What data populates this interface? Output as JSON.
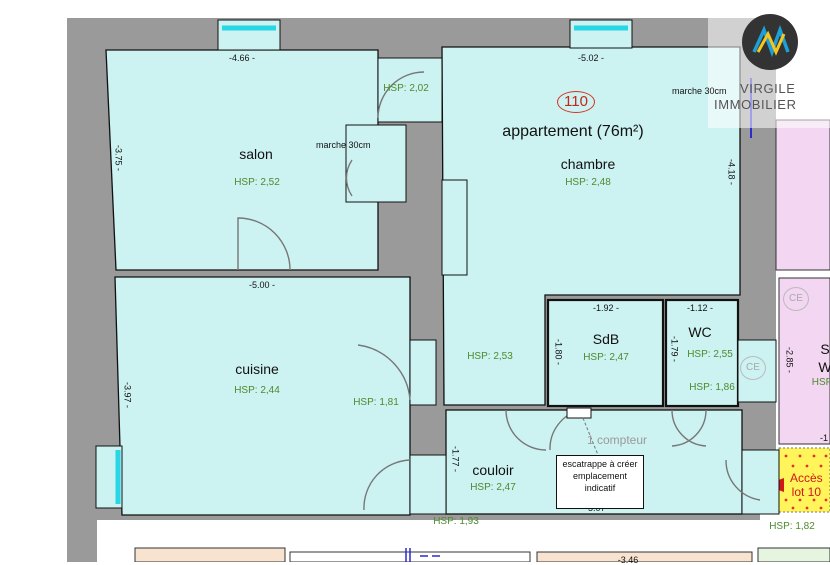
{
  "plan": {
    "title": "appartement (76m²)",
    "lot_number": "110",
    "rooms": {
      "salon": {
        "name": "salon",
        "hsp": "HSP: 2,52"
      },
      "chambre": {
        "name": "chambre",
        "hsp": "HSP: 2,48"
      },
      "cuisine": {
        "name": "cuisine",
        "hsp": "HSP: 2,44"
      },
      "couloir": {
        "name": "couloir",
        "hsp": "HSP: 2,47"
      },
      "sdb": {
        "name": "SdB",
        "hsp": "HSP: 2,47"
      },
      "wc": {
        "name": "WC",
        "hsp": "HSP: 2,55"
      }
    },
    "hsp_labels": {
      "entry_top": "HSP: 2,02",
      "chambre_lower": "HSP: 2,53",
      "closet_cuisine": "HSP: 1,81",
      "wc_closet": "HSP: 1,86",
      "couloir_entry": "HSP: 1,93",
      "right_bottom": "HSP: 1,82",
      "right_partial": "HSP"
    },
    "dimensions": {
      "salon_width": "-4.66 -",
      "salon_height": "-3.75 -",
      "chambre_width": "-5.02 -",
      "chambre_height": "-4.18 -",
      "cuisine_width": "-5.00 -",
      "cuisine_height": "-3.97 -",
      "sdb_width": "-1.92 -",
      "sdb_height": "-1.80 -",
      "wc_width": "-1.12 -",
      "wc_height": "-1.79 -",
      "couloir_height": "-1.77 -",
      "couloir_width": "-5.07 -",
      "right_room_height": "-2.85 -",
      "bottom_partial": "-3.46",
      "right_partial": "-1"
    },
    "notes": {
      "marche_salon": "marche 30cm",
      "marche_chambre": "marche 30cm",
      "compteur": "1 compteur",
      "escatrappe": [
        "escatrappe à créer",
        "emplacement",
        "indicatif"
      ],
      "acces": [
        "Accès",
        "lot 10"
      ],
      "ce": "CE",
      "right_partial_s": "S",
      "right_partial_w": "W"
    },
    "logo": {
      "name": "VIRGILE",
      "subtitle": "IMMOBILIER"
    },
    "colors": {
      "room_fill": "#ccf2f1",
      "wall": "#9a9a9a",
      "hsp_text": "#4e8a2e",
      "window": "#28d6e6",
      "neighbor_pink": "#f2d6f2",
      "access_yellow": "#fff55a",
      "lot_circle": "#d9301e"
    }
  }
}
